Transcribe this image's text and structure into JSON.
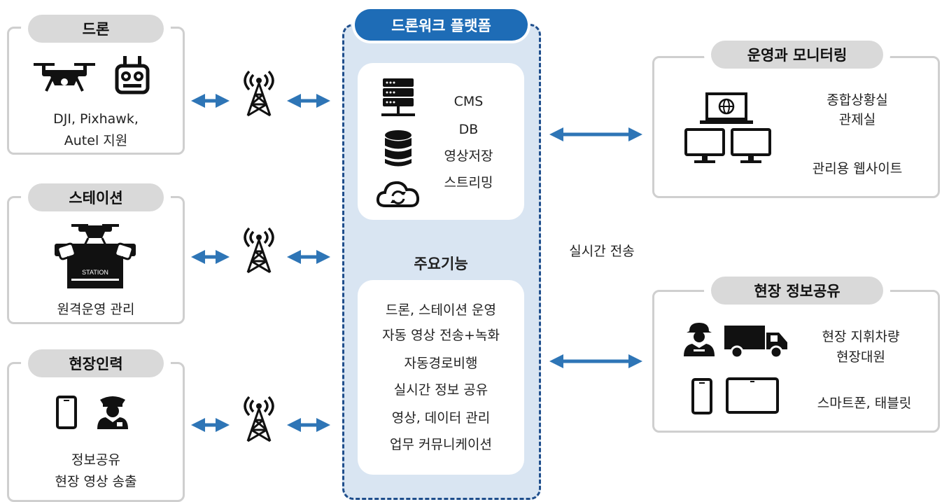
{
  "platform": {
    "title": "드론워크 플랫폼",
    "services": [
      "CMS",
      "DB",
      "영상저장",
      "스트리밍"
    ],
    "features_title": "주요기능",
    "features": [
      "드론, 스테이션 운영",
      "자동 영상 전송+녹화",
      "자동경로비행",
      "실시간 정보 공유",
      "영상, 데이터 관리",
      "업무 커뮤니케이션"
    ]
  },
  "drone": {
    "title": "드론",
    "lines": [
      "DJI, Pixhawk,",
      "Autel 지원"
    ]
  },
  "station": {
    "title": "스테이션",
    "label_on_icon": "STATION",
    "lines": [
      "원격운영 관리"
    ]
  },
  "field_personnel": {
    "title": "현장인력",
    "lines": [
      "정보공유",
      "현장 영상 송출"
    ]
  },
  "monitoring": {
    "title": "운영과 모니터링",
    "lines": [
      "종합상황실",
      "관제실"
    ],
    "website": "관리용 웹사이트"
  },
  "field_share": {
    "title": "현장 정보공유",
    "lines": [
      "현장 지휘차량",
      "현장대원"
    ],
    "devices": "스마트폰, 태블릿"
  },
  "transmission_label": "실시간 전송",
  "colors": {
    "accent": "#1e6cb6",
    "arrow": "#2e75b6",
    "platform_bg": "#d9e5f2",
    "card_border": "#cfcfcf",
    "pill_bg": "#d9d9d9"
  },
  "icons": [
    "drone-icon",
    "remote-controller-icon",
    "station-icon",
    "smartphone-icon",
    "police-officer-icon",
    "radio-tower-icon",
    "server-icon",
    "database-icon",
    "cloud-sync-icon",
    "laptop-globe-icon",
    "monitor-icon",
    "firefighter-icon",
    "truck-icon",
    "tablet-icon"
  ]
}
